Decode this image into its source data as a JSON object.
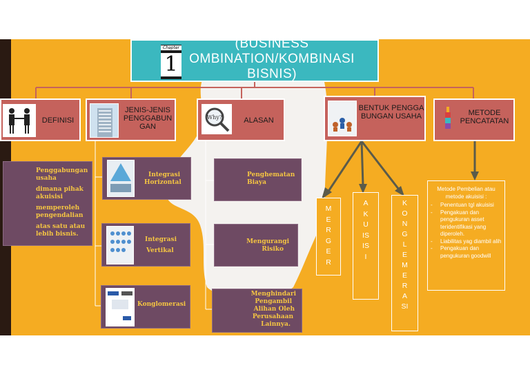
{
  "title": {
    "lines": [
      "(BUSINESS",
      "OMBINATION/KOMBINASI",
      "BISNIS)"
    ],
    "chapter_label": "Chapter",
    "chapter_number": "1"
  },
  "headers": {
    "definisi": "DEFINISI",
    "jenis": "JENIS-JENIS PENGGABUNGAN",
    "alasan": "ALASAN",
    "bentuk": "BENTUK PENGGABUNGAN USAHA",
    "metode": "METODE PENCATATAN",
    "why_icon_text": "Why?"
  },
  "definisi_lines": [
    "Penggabungan usaha",
    "dimana pihak akuisisi",
    "memperoleh pengendalian",
    "atas satu atau lebih bisnis."
  ],
  "jenis_items": [
    {
      "line1": "Integrasi",
      "line2": "Horizontal"
    },
    {
      "line1": "Integrasi",
      "line2": "Vertikal"
    },
    {
      "line1": "Konglomerasi",
      "line2": ""
    }
  ],
  "alasan_items": [
    [
      "Penghematan",
      "Biaya"
    ],
    [
      "Mengurangi",
      "Risiko"
    ],
    [
      "Menghindari",
      "Pengambil",
      "Alihan Oleh",
      "Perusahaan",
      "Lainnya."
    ]
  ],
  "bentuk_items": [
    "MERGER",
    "AKUISISI",
    "KONGLEMERASI"
  ],
  "metode_text": {
    "intro": "Metode Pembelian atau metode akuisisi :",
    "bullets": [
      "Penentuan tgl akuisisi",
      "Pengakuan dan pengukuran asset teridentifikasi yang diperoleh.",
      "Liabilitas yag diambil alih",
      "Pengakuan dan pengukuran goodwill"
    ]
  },
  "colors": {
    "background": "#f5ac22",
    "title_box": "#3bb8bf",
    "header_box": "#c5625c",
    "purple_box": "#6e4a63",
    "purple_text": "#f5c542",
    "connector": "#5b5b4a"
  }
}
